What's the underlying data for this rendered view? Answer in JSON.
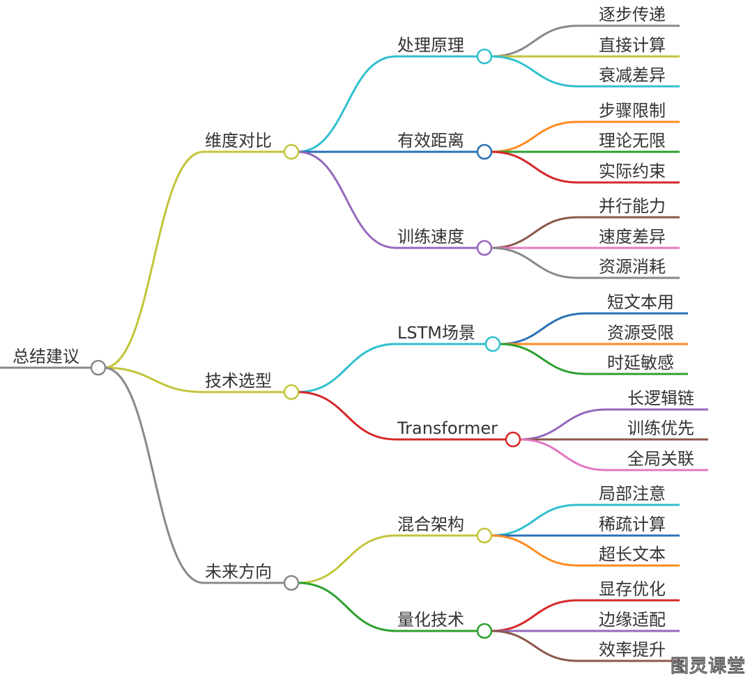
{
  "root": {
    "label": "总结建议",
    "color": "#888888"
  },
  "branches": [
    {
      "label": "维度对比",
      "color": "#c3c43a",
      "children": [
        {
          "label": "处理原理",
          "color": "#2fc0cf",
          "leaves": [
            {
              "label": "逐步传递",
              "color": "#888888"
            },
            {
              "label": "直接计算",
              "color": "#c3c43a"
            },
            {
              "label": "衰减差异",
              "color": "#2fc0cf"
            }
          ]
        },
        {
          "label": "有效距离",
          "color": "#2a72b5",
          "leaves": [
            {
              "label": "步骤限制",
              "color": "#ff8a1f"
            },
            {
              "label": "理论无限",
              "color": "#2ca02c"
            },
            {
              "label": "实际约束",
              "color": "#d62728"
            }
          ]
        },
        {
          "label": "训练速度",
          "color": "#9467bd",
          "leaves": [
            {
              "label": "并行能力",
              "color": "#8c564b"
            },
            {
              "label": "速度差异",
              "color": "#e377c2"
            },
            {
              "label": "资源消耗",
              "color": "#888888"
            }
          ]
        }
      ]
    },
    {
      "label": "技术选型",
      "color": "#c3c43a",
      "children": [
        {
          "label": "LSTM场景",
          "color": "#2fc0cf",
          "leaves": [
            {
              "label": "短文本用",
              "color": "#2a72b5"
            },
            {
              "label": "资源受限",
              "color": "#ff8a1f"
            },
            {
              "label": "时延敏感",
              "color": "#2ca02c"
            }
          ]
        },
        {
          "label": "Transformer",
          "color": "#d62728",
          "leaves": [
            {
              "label": "长逻辑链",
              "color": "#9467bd"
            },
            {
              "label": "训练优先",
              "color": "#8c564b"
            },
            {
              "label": "全局关联",
              "color": "#e377c2"
            }
          ]
        }
      ]
    },
    {
      "label": "未来方向",
      "color": "#888888",
      "children": [
        {
          "label": "混合架构",
          "color": "#c3c43a",
          "leaves": [
            {
              "label": "局部注意",
              "color": "#2fc0cf"
            },
            {
              "label": "稀疏计算",
              "color": "#2a72b5"
            },
            {
              "label": "超长文本",
              "color": "#ff8a1f"
            }
          ]
        },
        {
          "label": "量化技术",
          "color": "#2ca02c",
          "leaves": [
            {
              "label": "显存优化",
              "color": "#d62728"
            },
            {
              "label": "边缘适配",
              "color": "#9467bd"
            },
            {
              "label": "效率提升",
              "color": "#8c564b"
            }
          ]
        }
      ]
    }
  ],
  "watermark": "图灵课堂"
}
